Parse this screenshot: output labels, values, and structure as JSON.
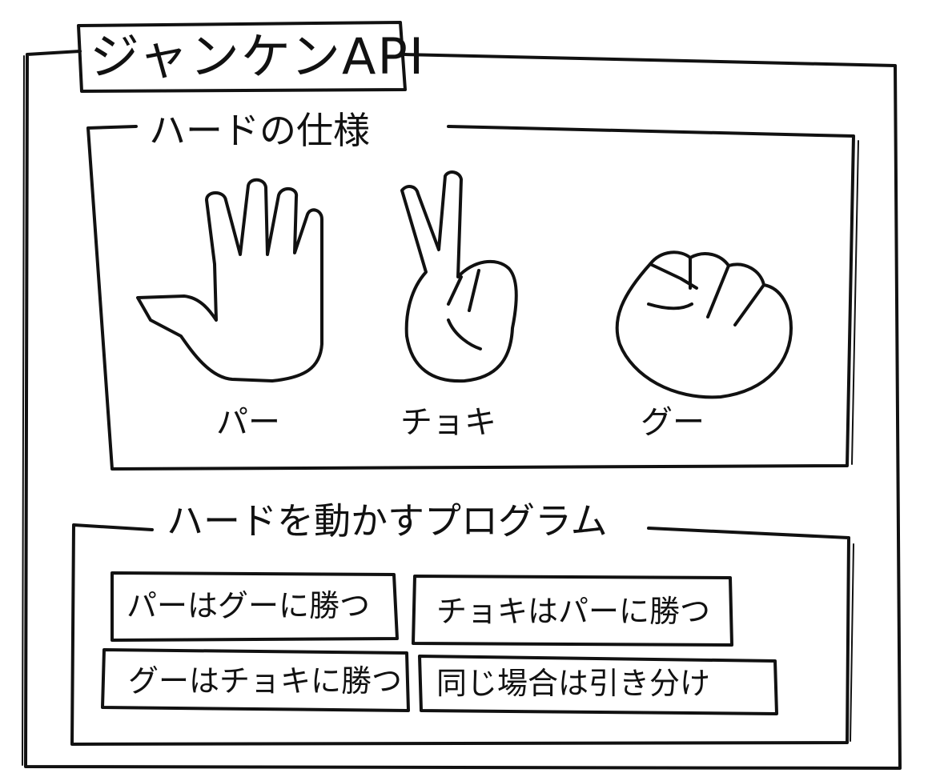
{
  "title": "ジャンケンAPI",
  "hardware_section": {
    "heading": "ハードの仕様",
    "hands": [
      {
        "icon": "open-hand-icon",
        "label": "パー"
      },
      {
        "icon": "peace-sign-hand-icon",
        "label": "チョキ"
      },
      {
        "icon": "fist-hand-icon",
        "label": "グー"
      }
    ]
  },
  "program_section": {
    "heading": "ハードを動かすプログラム",
    "rules": [
      "パーはグーに勝つ",
      "チョキはパーに勝つ",
      "グーはチョキに勝つ",
      "同じ場合は引き分け"
    ]
  },
  "colors": {
    "ink": "#111111",
    "background": "#ffffff"
  }
}
